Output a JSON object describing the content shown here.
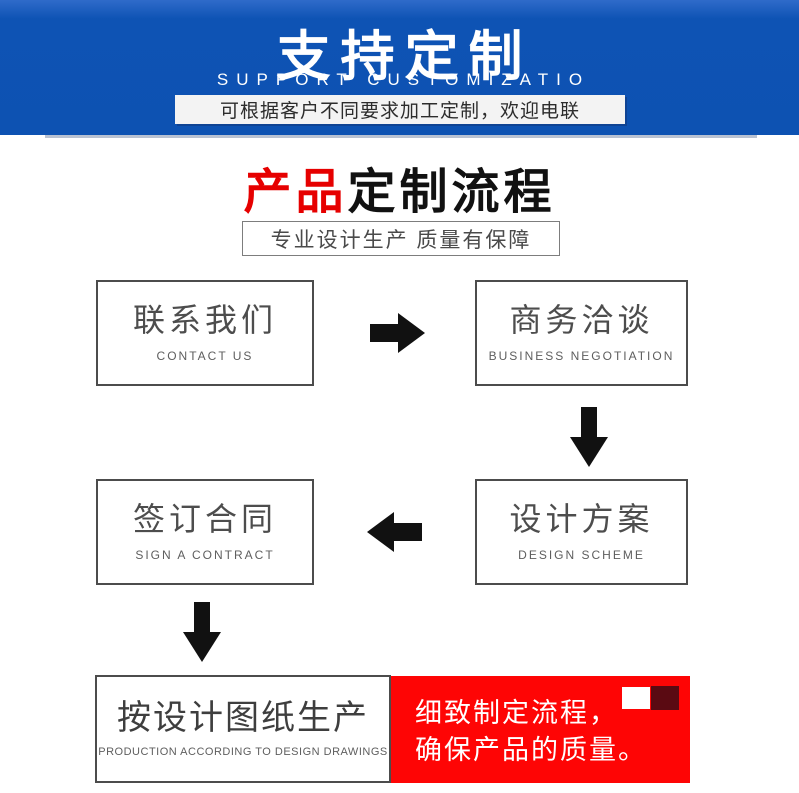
{
  "banner": {
    "title": "支持定制",
    "subtitle": "SUPPORT CUSTOMIZATIO",
    "notice": "可根据客户不同要求加工定制，欢迎电联",
    "bg_color": "#0d52b2"
  },
  "section": {
    "title_red": "产品",
    "title_black": "定制流程",
    "tagline": "专业设计生产 质量有保障",
    "accent_color": "#e60000"
  },
  "flow": {
    "steps": [
      {
        "zh": "联系我们",
        "en": "CONTACT US"
      },
      {
        "zh": "商务洽谈",
        "en": "BUSINESS NEGOTIATION"
      },
      {
        "zh": "签订合同",
        "en": "SIGN A CONTRACT"
      },
      {
        "zh": "设计方案",
        "en": "DESIGN SCHEME"
      },
      {
        "zh": "按设计图纸生产",
        "en": "PRODUCTION ACCORDING TO DESIGN DRAWINGS"
      }
    ],
    "callout": {
      "line1": "细致制定流程，",
      "line2": "确保产品的质量。",
      "bg_color": "#fe0505",
      "square_dark_color": "#5a0a12"
    }
  }
}
